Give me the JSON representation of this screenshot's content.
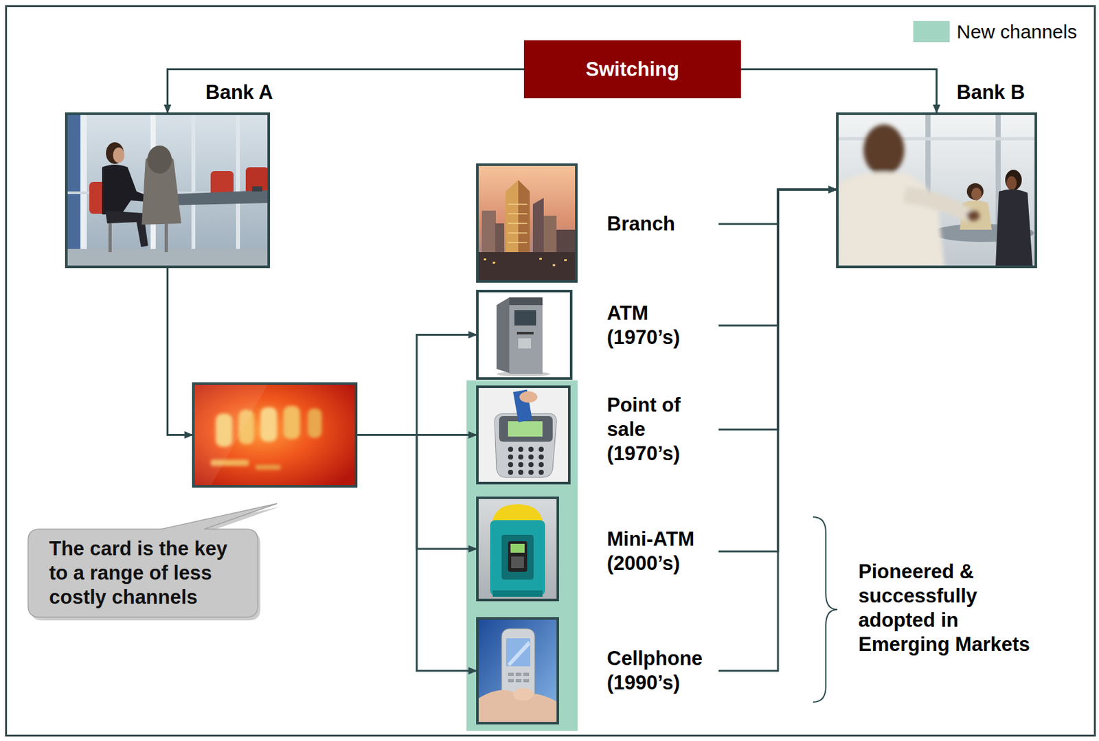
{
  "diagram": {
    "nodes": [
      {
        "text": [
          "Switching"
        ]
      },
      {
        "text": [
          "Bank A"
        ]
      },
      {
        "text": [
          "Bank B"
        ]
      },
      {
        "text": []
      },
      {
        "text": [
          "The card is the key to a range of less costly channels"
        ]
      },
      {
        "text": [
          "Branch"
        ]
      },
      {
        "text": [
          "ATM (1970’s)"
        ]
      },
      {
        "text": [
          "Point of sale (1970’s)"
        ]
      },
      {
        "text": [
          "Mini-ATM (2000’s)"
        ]
      },
      {
        "text": [
          "Cellphone (1990’s)"
        ]
      }
    ],
    "edges": [
      {
        "from": 0,
        "to": 1,
        "arrow": "to"
      },
      {
        "from": 0,
        "to": 2,
        "arrow": "to"
      },
      {
        "from": 1,
        "to": 3,
        "arrow": "to"
      },
      {
        "from": 3,
        "to": 6,
        "arrow": "to"
      },
      {
        "from": 3,
        "to": 7,
        "arrow": "to"
      },
      {
        "from": 3,
        "to": 8,
        "arrow": "to"
      },
      {
        "from": 3,
        "to": 9,
        "arrow": "to"
      },
      {
        "from": 5,
        "to": 2,
        "arrow": "to"
      },
      {
        "from": 6,
        "to": 2,
        "arrow": "to"
      },
      {
        "from": 7,
        "to": 2,
        "arrow": "to"
      },
      {
        "from": 8,
        "to": 2,
        "arrow": "to"
      },
      {
        "from": 9,
        "to": 2,
        "arrow": "to"
      }
    ],
    "labels": [
      "Pioneered & successfully adopted in Emerging Markets"
    ],
    "legend": [
      {
        "text": "New channels",
        "color": "#a3d5c3"
      }
    ]
  }
}
